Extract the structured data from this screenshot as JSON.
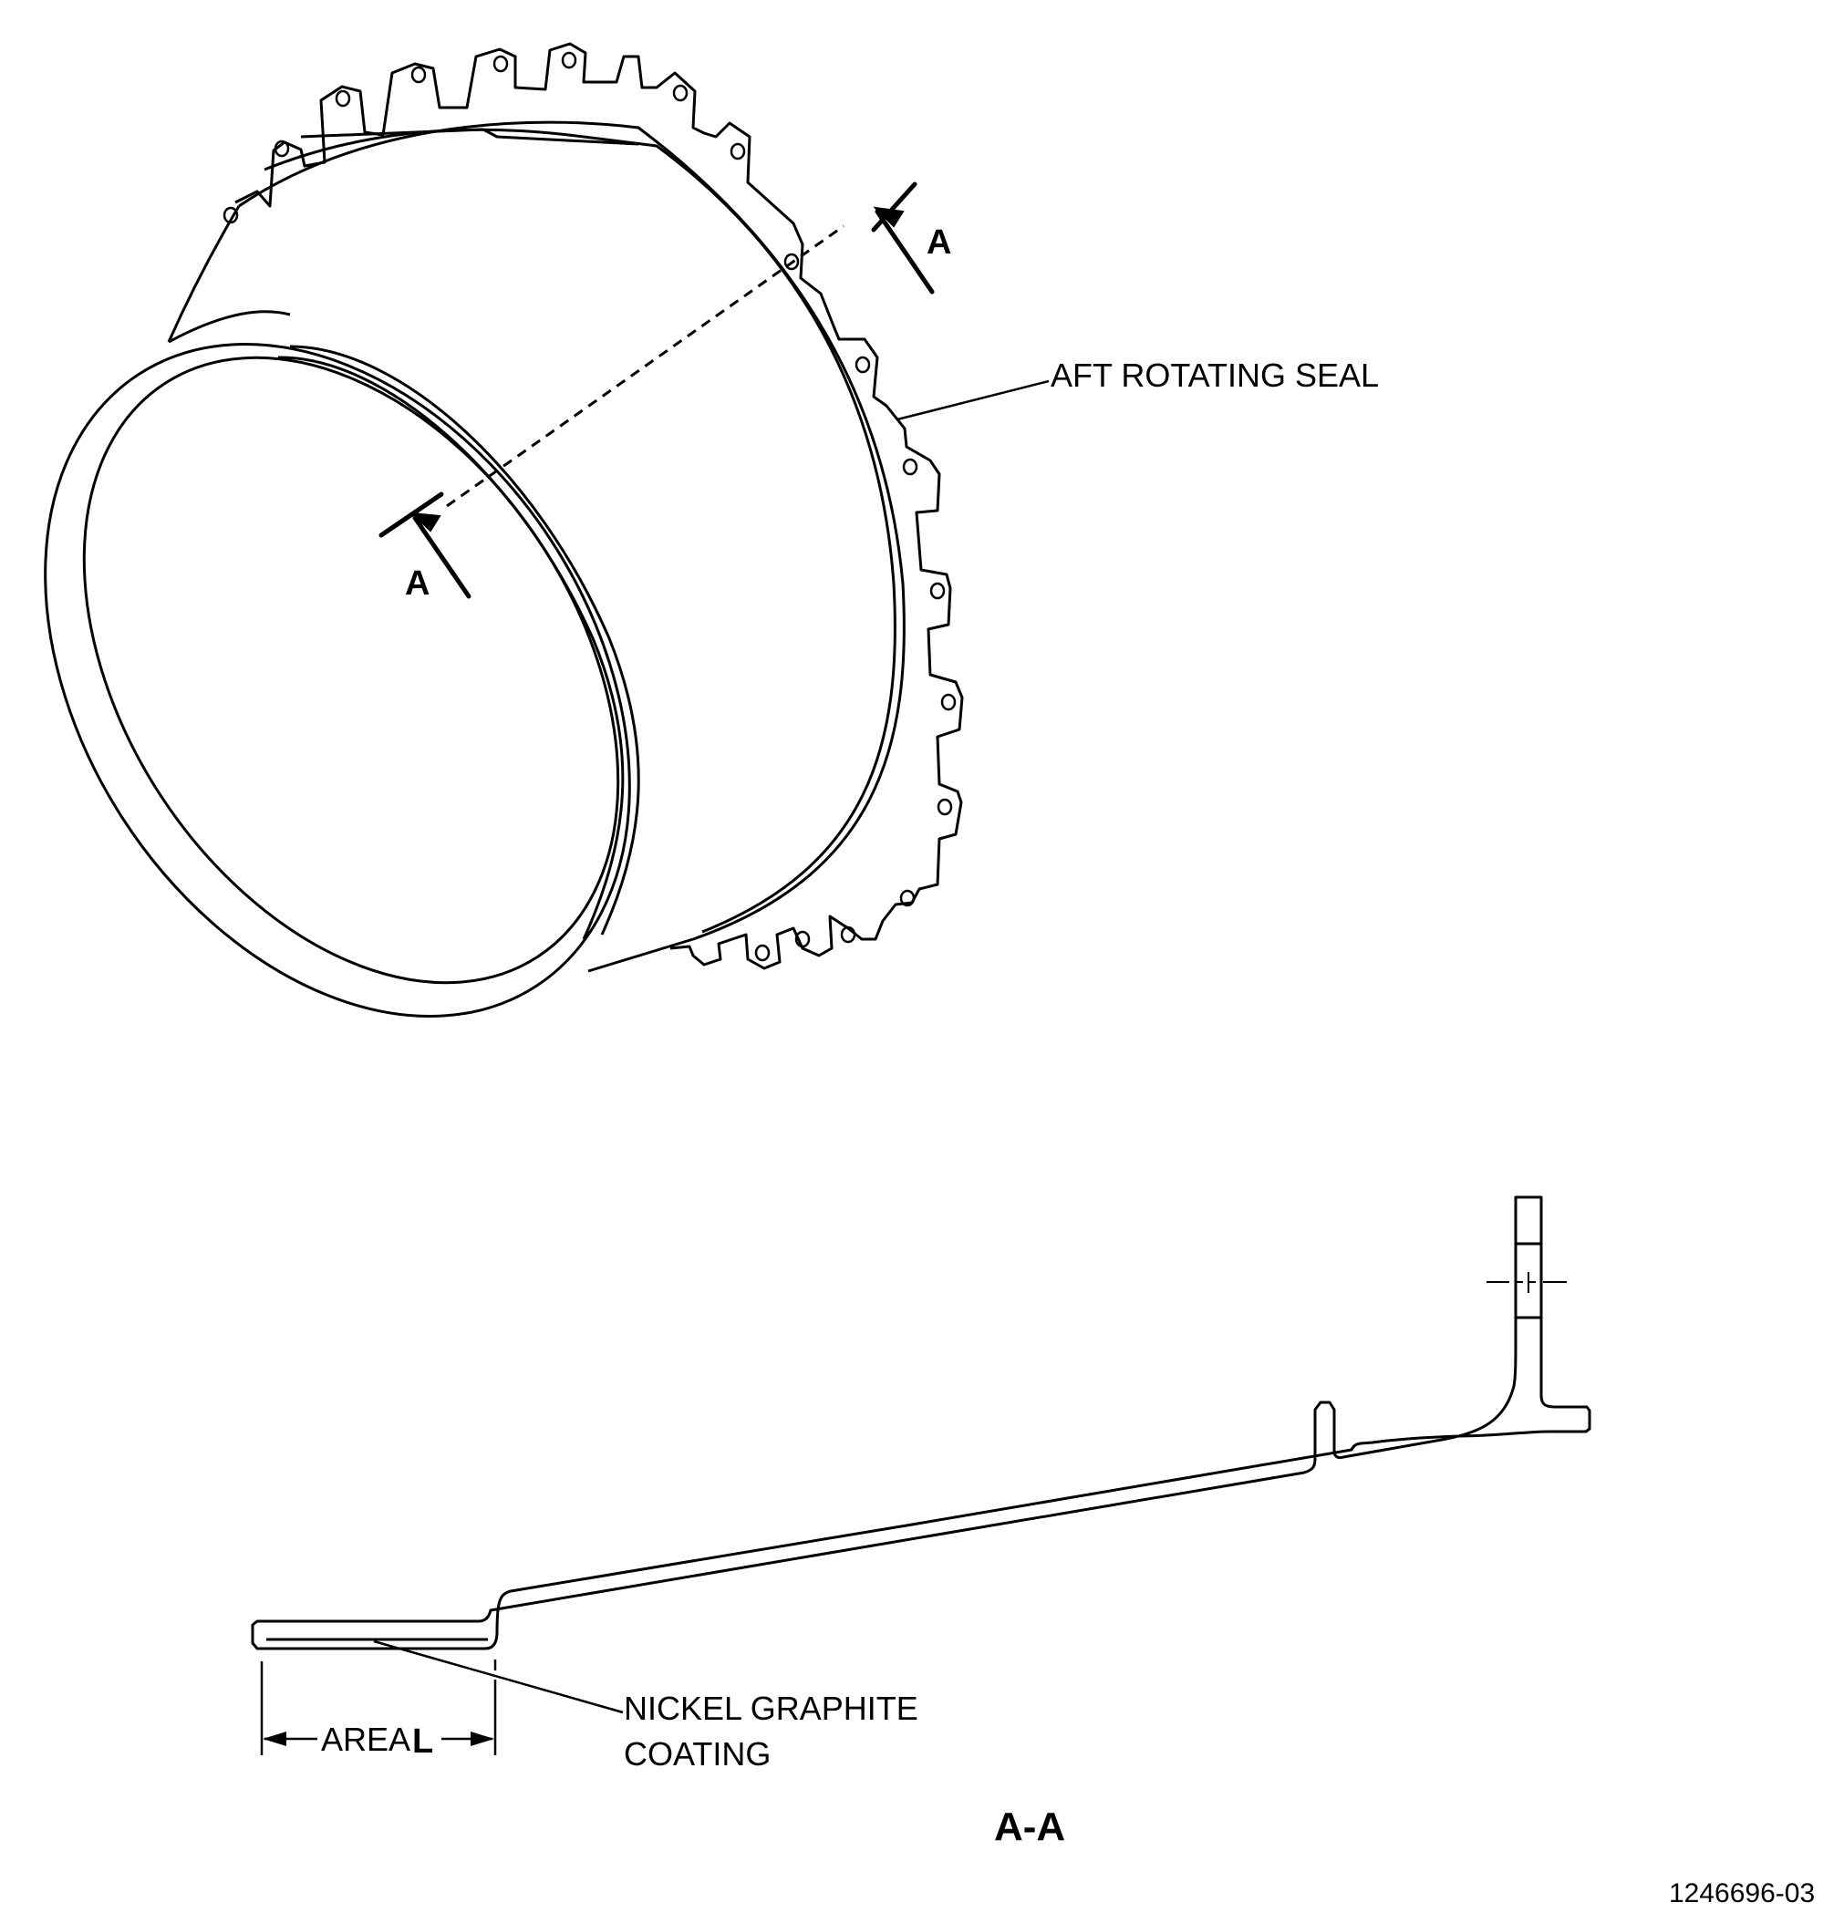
{
  "labels": {
    "part_name": "AFT ROTATING SEAL",
    "section_marker_top": "A",
    "section_marker_bottom": "A",
    "coating_line1": "NICKEL GRAPHITE",
    "coating_line2": "COATING",
    "area_prefix": "AREA",
    "area_letter": "L",
    "section_title": "A-A",
    "figure_number": "1246696-03"
  }
}
